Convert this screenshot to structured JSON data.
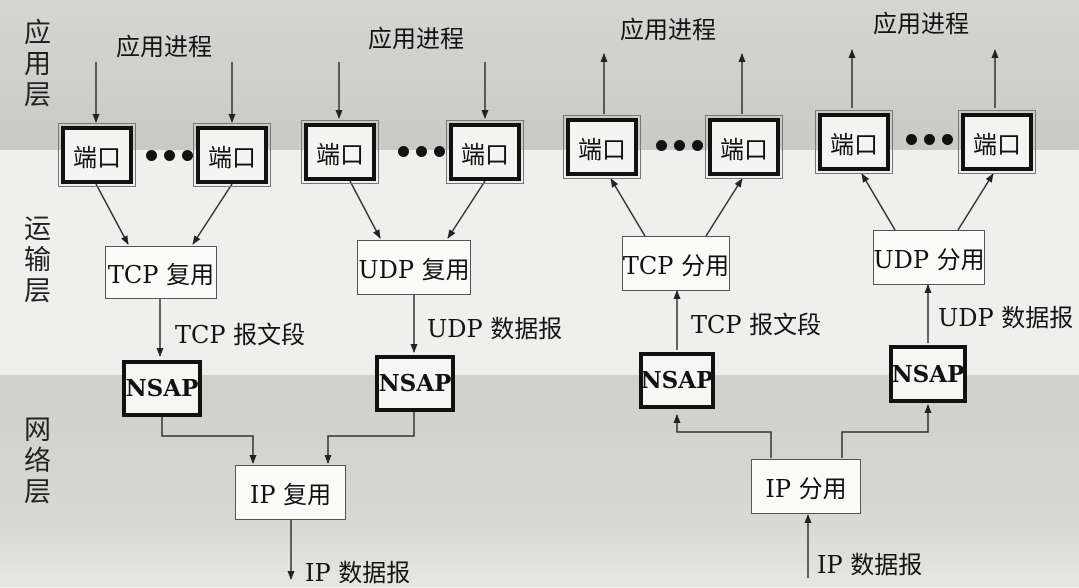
{
  "layers": {
    "application": "应用层",
    "transport": "运输层",
    "network": "网络层"
  },
  "labels": {
    "app_process": "应用进程",
    "port": "端口",
    "tcp_mux": "TCP 复用",
    "udp_mux": "UDP 复用",
    "tcp_demux": "TCP 分用",
    "udp_demux": "UDP 分用",
    "tcp_segment": "TCP 报文段",
    "udp_datagram": "UDP 数据报",
    "nsap": "NSAP",
    "ip_mux": "IP 复用",
    "ip_demux": "IP 分用",
    "ip_datagram": "IP 数据报"
  }
}
